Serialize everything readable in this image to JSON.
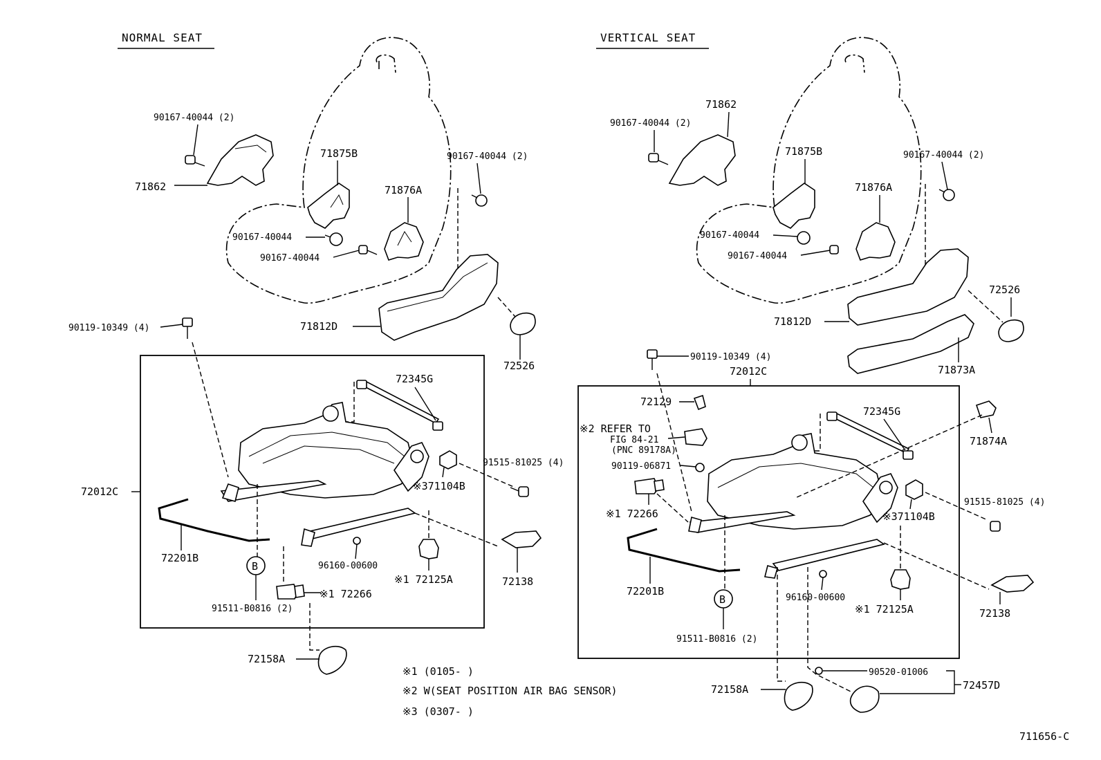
{
  "headers": {
    "normal": "NORMAL SEAT",
    "vertical": "VERTICAL SEAT"
  },
  "normal": {
    "b1": "90167-40044 (2)",
    "c71862": "71862",
    "c71875b": "71875B",
    "c71876a": "71876A",
    "b2": "90167-40044 (2)",
    "b3": "90167-40044",
    "b4": "90167-40044",
    "c71812d": "71812D",
    "c72526": "72526",
    "b5": "90119-10349 (4)",
    "c72345g": "72345G",
    "c72012c": "72012C",
    "b6": "91515-81025 (4)",
    "c71104b": "※371104B",
    "c72201b": "72201B",
    "c96160": "96160-00600",
    "c72125a": "※1 72125A",
    "c72138": "72138",
    "ref_b": "B",
    "c91511": "91511-B0816 (2)",
    "c72266": "※1 72266",
    "c72158a": "72158A"
  },
  "vertical": {
    "c71862": "71862",
    "b1": "90167-40044 (2)",
    "c71875b": "71875B",
    "b2": "90167-40044 (2)",
    "c71876a": "71876A",
    "b3": "90167-40044",
    "b4": "90167-40044",
    "c72526": "72526",
    "c71812d": "71812D",
    "c71873a": "71873A",
    "b5": "90119-10349 (4)",
    "c72012c": "72012C",
    "c72129": "72129",
    "ref_line1": "※2 REFER TO",
    "ref_line2": "FIG 84-21",
    "ref_line3": "(PNC 89178A)",
    "b6": "90119-06871",
    "c72266": "※1 72266",
    "c72345g": "72345G",
    "c71874a": "71874A",
    "b7": "91515-81025 (4)",
    "c71104b": "※371104B",
    "c72201b": "72201B",
    "c96160": "96160-00600",
    "c72125a": "※1 72125A",
    "c72138": "72138",
    "ref_b": "B",
    "c91511": "91511-B0816 (2)",
    "c72158a": "72158A",
    "c90520": "90520-01006",
    "c72457d": "72457D"
  },
  "notes": {
    "n1": "※1 (0105-      )",
    "n2": "※2 W(SEAT POSITION AIR BAG SENSOR)",
    "n3": "※3 (0307-      )"
  },
  "figure_id": "711656-C"
}
